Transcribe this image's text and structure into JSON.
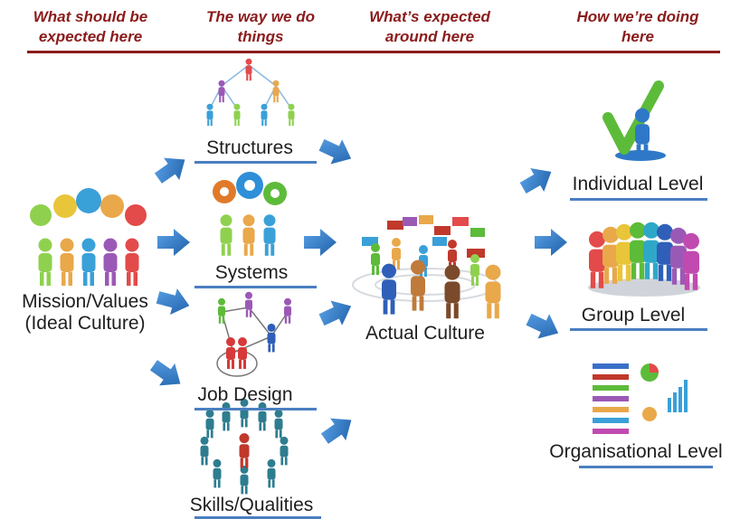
{
  "headers": [
    "What should be\nexpected here",
    "The way we do\nthings",
    "What’s expected\naround here",
    "How we’re doing\nhere"
  ],
  "mission": "Mission/Values\n(Ideal Culture)",
  "levers": {
    "structures": "Structures",
    "systems": "Systems",
    "job_design": "Job Design",
    "skills": "Skills/Qualities"
  },
  "actual_culture": "Actual Culture",
  "outcomes": {
    "individual": "Individual Level",
    "group": "Group Level",
    "organisational": "Organisational Level"
  },
  "colors": {
    "header_text": "#8b1b1b",
    "header_rule": "#8b1b1b",
    "arrow": "#2f78c8",
    "underline": "#4a7fc1"
  },
  "icons": [
    "org-hierarchy-icon",
    "gears-people-icon",
    "network-people-icon",
    "people-circle-icon",
    "thought-bubble-people-icon",
    "speech-crowd-icon",
    "checkmark-person-icon",
    "group-people-icon",
    "org-chart-icon"
  ]
}
